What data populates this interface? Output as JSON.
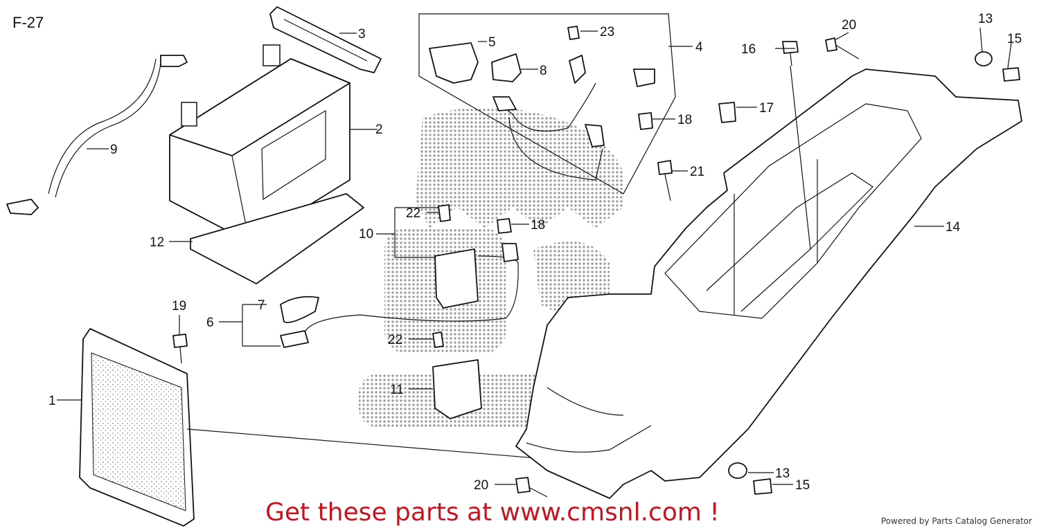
{
  "diagram_code": "F-27",
  "callouts": [
    {
      "id": "c1",
      "text": "1"
    },
    {
      "id": "c2",
      "text": "2"
    },
    {
      "id": "c3",
      "text": "3"
    },
    {
      "id": "c4",
      "text": "4"
    },
    {
      "id": "c5",
      "text": "5"
    },
    {
      "id": "c6",
      "text": "6"
    },
    {
      "id": "c7",
      "text": "7"
    },
    {
      "id": "c8",
      "text": "8"
    },
    {
      "id": "c9",
      "text": "9"
    },
    {
      "id": "c10",
      "text": "10"
    },
    {
      "id": "c11",
      "text": "11"
    },
    {
      "id": "c12",
      "text": "12"
    },
    {
      "id": "c13a",
      "text": "13"
    },
    {
      "id": "c13b",
      "text": "13"
    },
    {
      "id": "c14",
      "text": "14"
    },
    {
      "id": "c15a",
      "text": "15"
    },
    {
      "id": "c15b",
      "text": "15"
    },
    {
      "id": "c16",
      "text": "16"
    },
    {
      "id": "c17",
      "text": "17"
    },
    {
      "id": "c18a",
      "text": "18"
    },
    {
      "id": "c18b",
      "text": "18"
    },
    {
      "id": "c19",
      "text": "19"
    },
    {
      "id": "c20a",
      "text": "20"
    },
    {
      "id": "c20b",
      "text": "20"
    },
    {
      "id": "c21",
      "text": "21"
    },
    {
      "id": "c22a",
      "text": "22"
    },
    {
      "id": "c22b",
      "text": "22"
    },
    {
      "id": "c23",
      "text": "23"
    }
  ],
  "cta_text": "Get these parts at www.cmsnl.com !",
  "powered_by": "Powered by Parts Catalog Generator",
  "colors": {
    "cta": "#c8141e",
    "line": "#111111",
    "watermark": "#9a9a9a"
  }
}
